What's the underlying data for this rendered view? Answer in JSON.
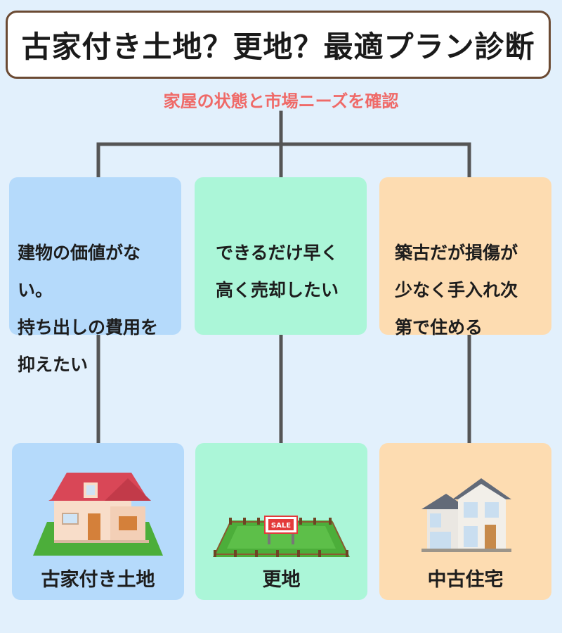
{
  "title": "古家付き土地？更地？最適プラン診断",
  "subtitle": "家屋の状態と市場ニーズを確認",
  "conditions": [
    {
      "text": "建物の価値がない。\n持ち出しの費用を\n抑えたい"
    },
    {
      "text": "できるだけ早く\n高く売却したい"
    },
    {
      "text": "築古だが損傷が\n少なく手入れ次\n第で住める"
    }
  ],
  "results": [
    {
      "label": "古家付き土地",
      "icon": "old-house-icon"
    },
    {
      "label": "更地",
      "icon": "vacant-lot-sale-icon",
      "sign_text": "SALE"
    },
    {
      "label": "中古住宅",
      "icon": "used-house-icon"
    }
  ],
  "colors": {
    "background": "#e2f0fc",
    "title_border": "#6b4a33",
    "subtitle": "#ef6a68",
    "connector": "#555555",
    "card_blue": "#b5dafb",
    "card_green": "#abf6d8",
    "card_peach": "#fddcb1"
  }
}
